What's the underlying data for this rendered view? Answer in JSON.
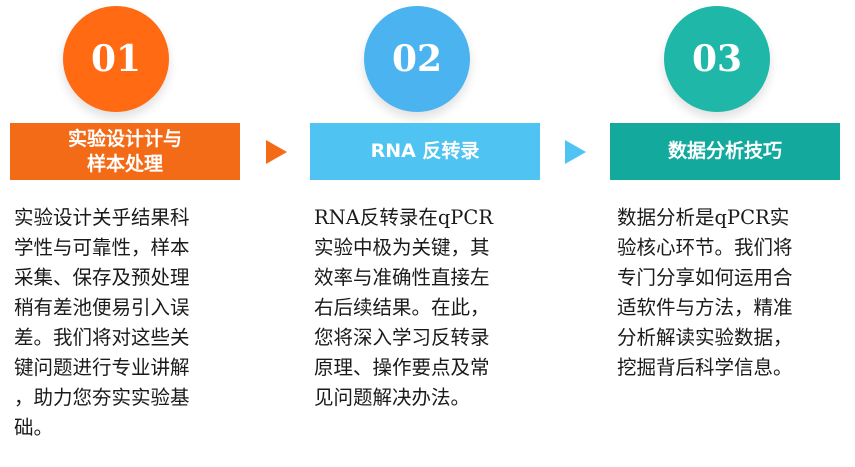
{
  "steps": [
    {
      "number": "01",
      "title": "实验设计计与\n样本处理",
      "description": "实验设计关乎结果科\n学性与可靠性，样本\n采集、保存及预处理\n稍有差池便易引入误\n差。我们将对这些关\n键问题进行专业讲解\n，助力您夯实实验基\n础。",
      "circle_color": "#FF6A13",
      "banner_color": "#F36A17"
    },
    {
      "number": "02",
      "title": "RNA 反转录",
      "description": "RNA反转录在qPCR\n实验中极为关键，其\n效率与准确性直接左\n右后续结果。在此，\n您将深入学习反转录\n原理、操作要点及常\n见问题解决办法。",
      "circle_color": "#4BB4F0",
      "banner_color": "#4FC3F1"
    },
    {
      "number": "03",
      "title": "数据分析技巧",
      "description": "数据分析是qPCR实\n验核心环节。我们将\n专门分享如何运用合\n适软件与方法，精准\n分析解读实验数据，\n挖掘背后科学信息。",
      "circle_color": "#1FB7A8",
      "banner_color": "#14A99D"
    }
  ],
  "arrows": [
    {
      "color": "#F36A17"
    },
    {
      "color": "#4FC3F1"
    }
  ]
}
